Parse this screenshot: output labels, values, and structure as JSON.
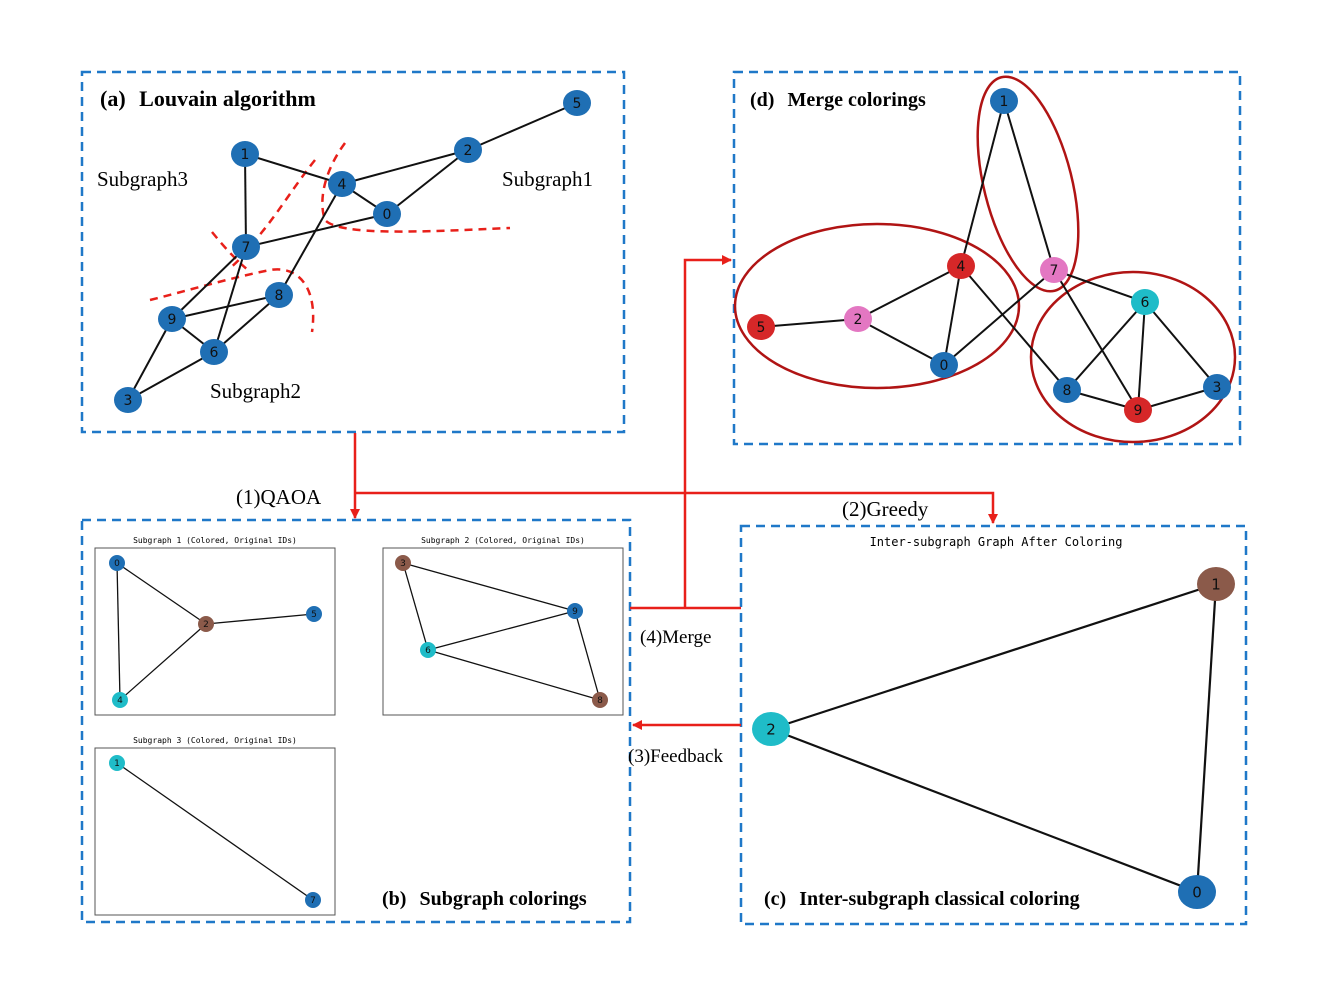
{
  "colors": {
    "blue": "#1f6fb4",
    "brown": "#8b5a4a",
    "cyan": "#1fbcc8",
    "red": "#d62728",
    "pink": "#e377c2",
    "dashed_border": "#1f78c8",
    "arrow": "#e8201a",
    "ellipse": "#b01414"
  },
  "panel_a": {
    "label": "(a)",
    "title": "Louvain algorithm",
    "subgraph1": "Subgraph1",
    "subgraph2": "Subgraph2",
    "subgraph3": "Subgraph3",
    "nodes": [
      {
        "id": "0",
        "color": "blue"
      },
      {
        "id": "1",
        "color": "blue"
      },
      {
        "id": "2",
        "color": "blue"
      },
      {
        "id": "3",
        "color": "blue"
      },
      {
        "id": "4",
        "color": "blue"
      },
      {
        "id": "5",
        "color": "blue"
      },
      {
        "id": "6",
        "color": "blue"
      },
      {
        "id": "7",
        "color": "blue"
      },
      {
        "id": "8",
        "color": "blue"
      },
      {
        "id": "9",
        "color": "blue"
      }
    ],
    "edges": [
      [
        "5",
        "2"
      ],
      [
        "2",
        "4"
      ],
      [
        "2",
        "0"
      ],
      [
        "4",
        "0"
      ],
      [
        "1",
        "4"
      ],
      [
        "1",
        "7"
      ],
      [
        "7",
        "0"
      ],
      [
        "4",
        "8"
      ],
      [
        "8",
        "9"
      ],
      [
        "8",
        "6"
      ],
      [
        "7",
        "9"
      ],
      [
        "7",
        "6"
      ],
      [
        "9",
        "6"
      ],
      [
        "9",
        "3"
      ],
      [
        "3",
        "6"
      ]
    ]
  },
  "panel_b": {
    "label": "(b)",
    "title": "Subgraph colorings",
    "sub1": {
      "title": "Subgraph 1 (Colored, Original IDs)",
      "nodes": [
        {
          "id": "0",
          "color": "blue"
        },
        {
          "id": "2",
          "color": "brown"
        },
        {
          "id": "5",
          "color": "blue"
        },
        {
          "id": "4",
          "color": "cyan"
        }
      ],
      "edges": [
        [
          "0",
          "2"
        ],
        [
          "0",
          "4"
        ],
        [
          "2",
          "5"
        ],
        [
          "2",
          "4"
        ]
      ]
    },
    "sub2": {
      "title": "Subgraph 2 (Colored, Original IDs)",
      "nodes": [
        {
          "id": "3",
          "color": "brown"
        },
        {
          "id": "9",
          "color": "blue"
        },
        {
          "id": "6",
          "color": "cyan"
        },
        {
          "id": "8",
          "color": "brown"
        }
      ],
      "edges": [
        [
          "3",
          "9"
        ],
        [
          "3",
          "6"
        ],
        [
          "6",
          "9"
        ],
        [
          "9",
          "8"
        ],
        [
          "6",
          "8"
        ]
      ]
    },
    "sub3": {
      "title": "Subgraph 3 (Colored, Original IDs)",
      "nodes": [
        {
          "id": "1",
          "color": "cyan"
        },
        {
          "id": "7",
          "color": "blue"
        }
      ],
      "edges": [
        [
          "1",
          "7"
        ]
      ]
    }
  },
  "panel_c": {
    "label": "(c)",
    "title": "Inter-subgraph classical  coloring",
    "chart_title": "Inter-subgraph Graph After Coloring",
    "nodes": [
      {
        "id": "1",
        "color": "brown"
      },
      {
        "id": "2",
        "color": "cyan"
      },
      {
        "id": "0",
        "color": "blue"
      }
    ],
    "edges": [
      [
        "1",
        "2"
      ],
      [
        "1",
        "0"
      ],
      [
        "2",
        "0"
      ]
    ]
  },
  "panel_d": {
    "label": "(d)",
    "title": "Merge colorings",
    "nodes": [
      {
        "id": "1",
        "color": "blue"
      },
      {
        "id": "4",
        "color": "red"
      },
      {
        "id": "7",
        "color": "pink"
      },
      {
        "id": "5",
        "color": "red"
      },
      {
        "id": "2",
        "color": "pink"
      },
      {
        "id": "0",
        "color": "blue"
      },
      {
        "id": "6",
        "color": "cyan"
      },
      {
        "id": "8",
        "color": "blue"
      },
      {
        "id": "9",
        "color": "red"
      },
      {
        "id": "3",
        "color": "blue"
      }
    ],
    "edges": [
      [
        "1",
        "4"
      ],
      [
        "1",
        "7"
      ],
      [
        "5",
        "2"
      ],
      [
        "2",
        "4"
      ],
      [
        "2",
        "0"
      ],
      [
        "4",
        "0"
      ],
      [
        "4",
        "8"
      ],
      [
        "7",
        "0"
      ],
      [
        "7",
        "6"
      ],
      [
        "7",
        "9"
      ],
      [
        "6",
        "8"
      ],
      [
        "6",
        "9"
      ],
      [
        "6",
        "3"
      ],
      [
        "8",
        "9"
      ],
      [
        "9",
        "3"
      ]
    ]
  },
  "arrows": {
    "qaoa": "(1)QAOA",
    "greedy": "(2)Greedy",
    "feedback": "(3)Feedback",
    "merge": "(4)Merge"
  }
}
